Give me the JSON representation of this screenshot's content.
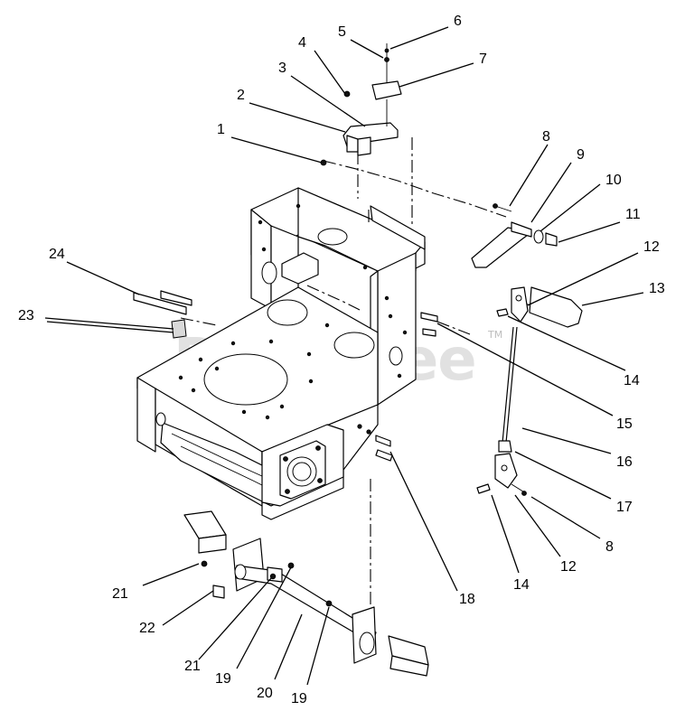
{
  "watermark": {
    "text": "PartsTree",
    "mark": "TM"
  },
  "callouts": [
    "1",
    "2",
    "3",
    "4",
    "5",
    "6",
    "7",
    "8",
    "9",
    "10",
    "11",
    "12",
    "13",
    "14",
    "14",
    "15",
    "16",
    "17",
    "8",
    "12",
    "14",
    "18",
    "21",
    "22",
    "21",
    "19",
    "20",
    "19",
    "23",
    "24"
  ]
}
